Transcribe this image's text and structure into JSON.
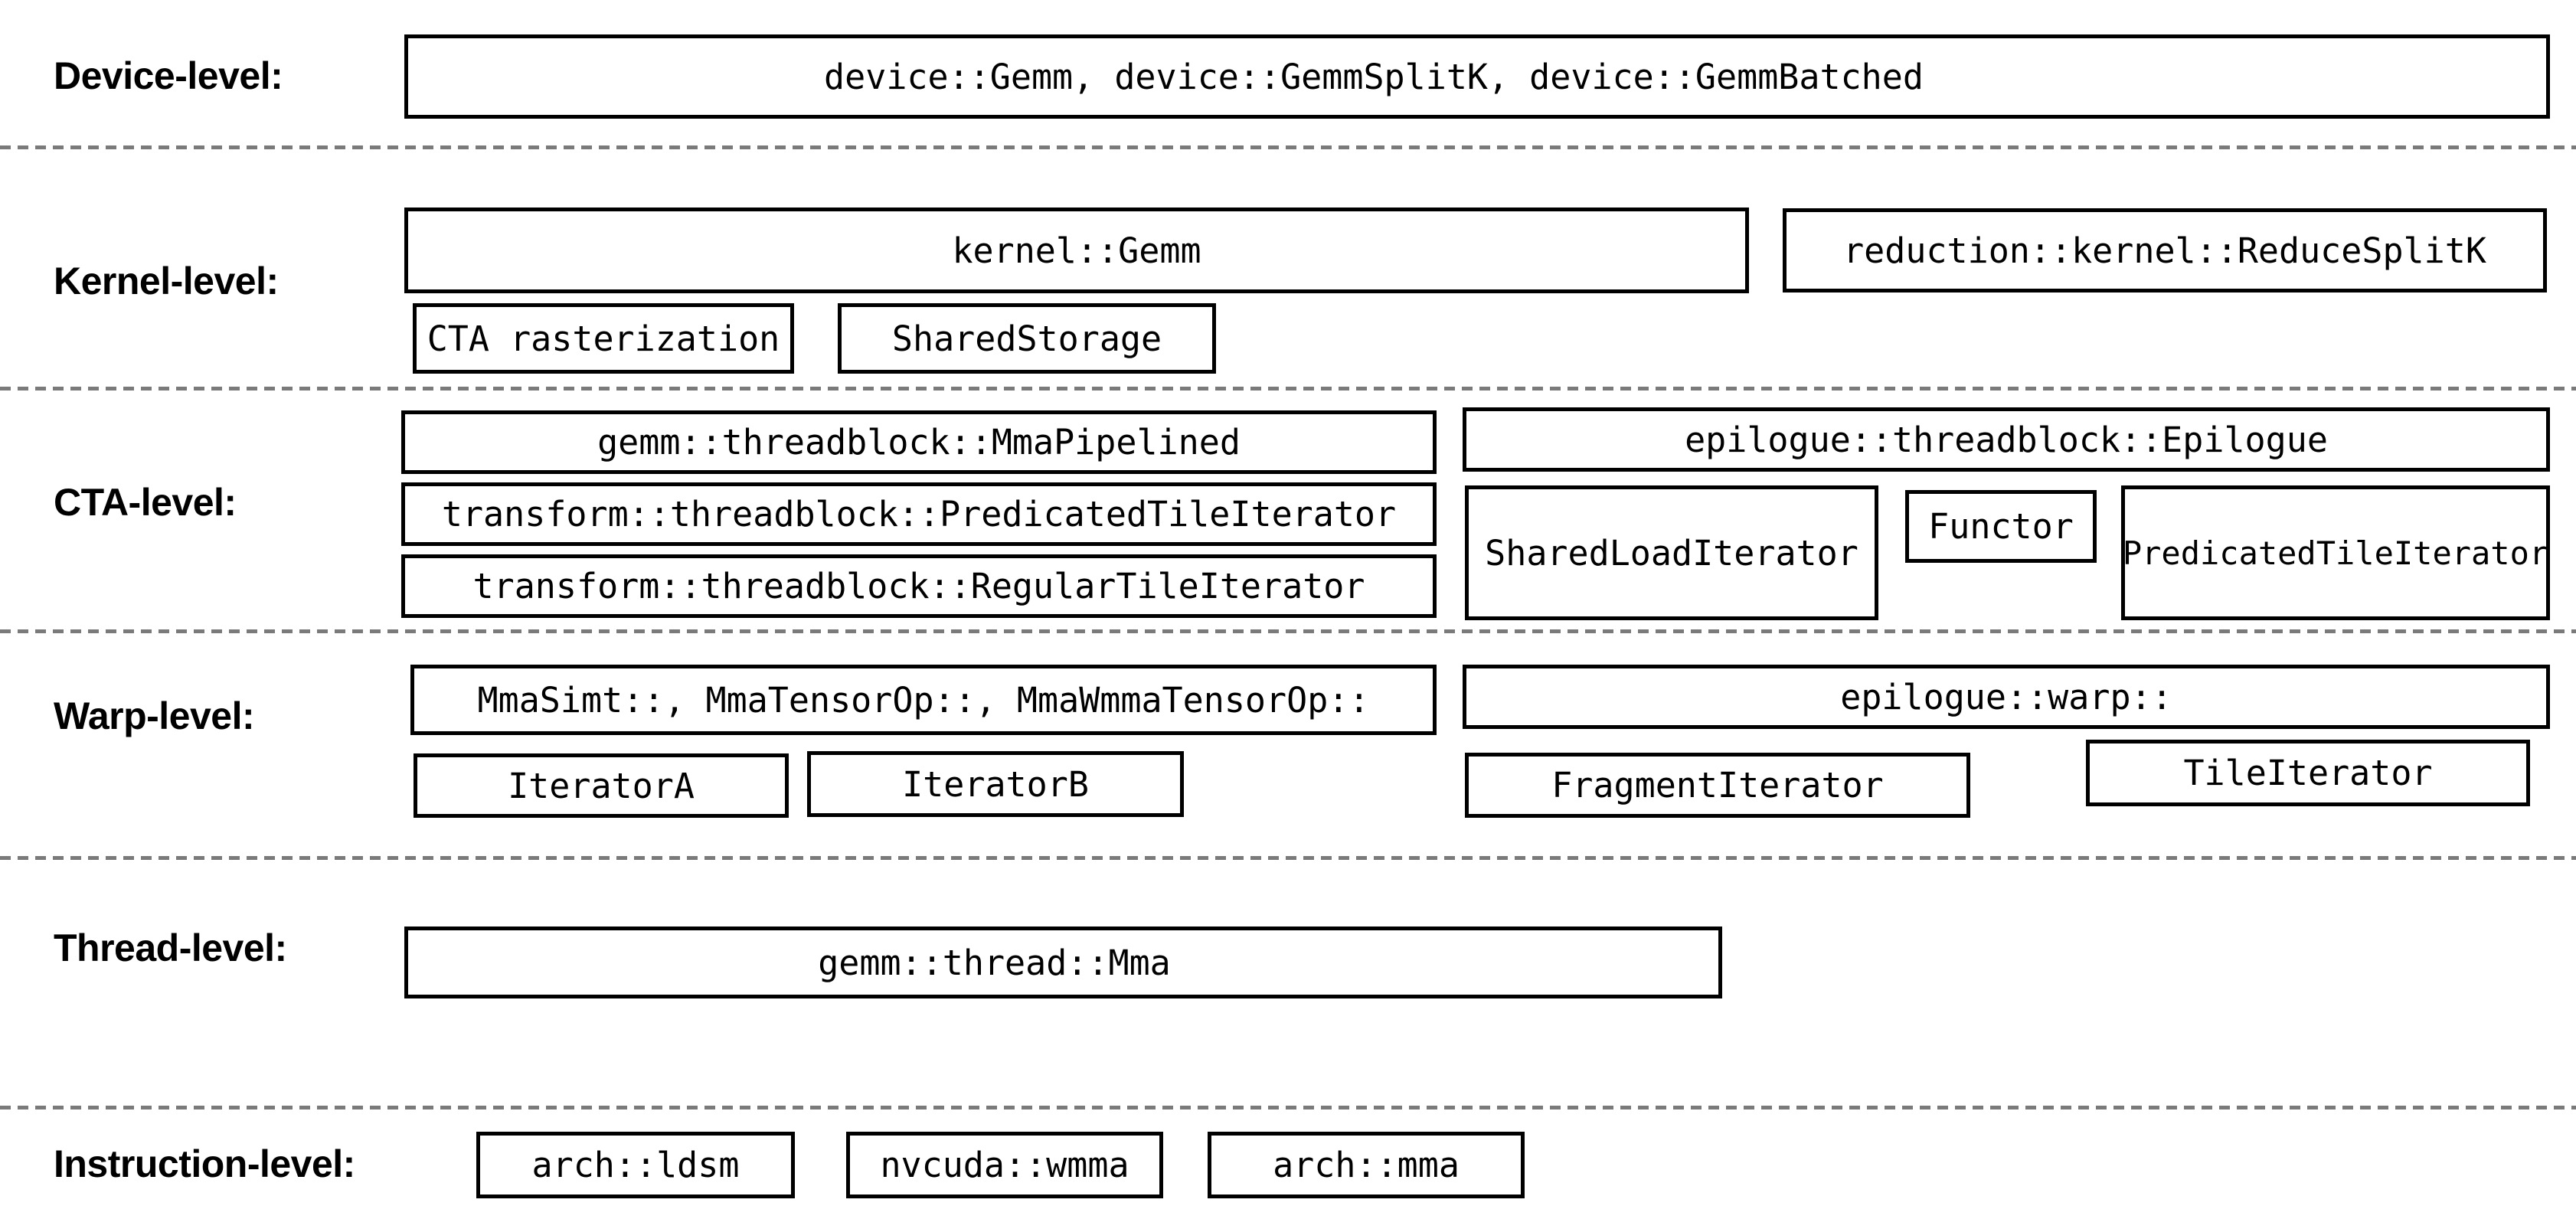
{
  "diagram": {
    "rows": [
      {
        "label": "Device-level:",
        "boxes": [
          {
            "text": "device::Gemm, device::GemmSplitK, device::GemmBatched"
          }
        ]
      },
      {
        "label": "Kernel-level:",
        "boxes": [
          {
            "text": "kernel::Gemm"
          },
          {
            "text": "reduction::kernel::ReduceSplitK"
          },
          {
            "text": "CTA rasterization"
          },
          {
            "text": "SharedStorage"
          }
        ]
      },
      {
        "label": "CTA-level:",
        "boxes": [
          {
            "text": "gemm::threadblock::MmaPipelined"
          },
          {
            "text": "epilogue::threadblock::Epilogue"
          },
          {
            "text": "transform::threadblock::PredicatedTileIterator"
          },
          {
            "text": "transform::threadblock::RegularTileIterator"
          },
          {
            "text": "SharedLoadIterator"
          },
          {
            "text": "Functor"
          },
          {
            "text": "PredicatedTileIterator"
          }
        ]
      },
      {
        "label": "Warp-level:",
        "boxes": [
          {
            "text": "MmaSimt::, MmaTensorOp::, MmaWmmaTensorOp::"
          },
          {
            "text": "epilogue::warp::"
          },
          {
            "text": "IteratorA"
          },
          {
            "text": "IteratorB"
          },
          {
            "text": "FragmentIterator"
          },
          {
            "text": "TileIterator"
          }
        ]
      },
      {
        "label": "Thread-level:",
        "boxes": [
          {
            "text": "gemm::thread::Mma"
          }
        ]
      },
      {
        "label": "Instruction-level:",
        "boxes": [
          {
            "text": "arch::ldsm"
          },
          {
            "text": "nvcuda::wmma"
          },
          {
            "text": "arch::mma"
          }
        ]
      }
    ],
    "colors": {
      "box_border": "#000000",
      "divider": "#7a7a7a",
      "background": "#ffffff",
      "text": "#000000"
    }
  }
}
